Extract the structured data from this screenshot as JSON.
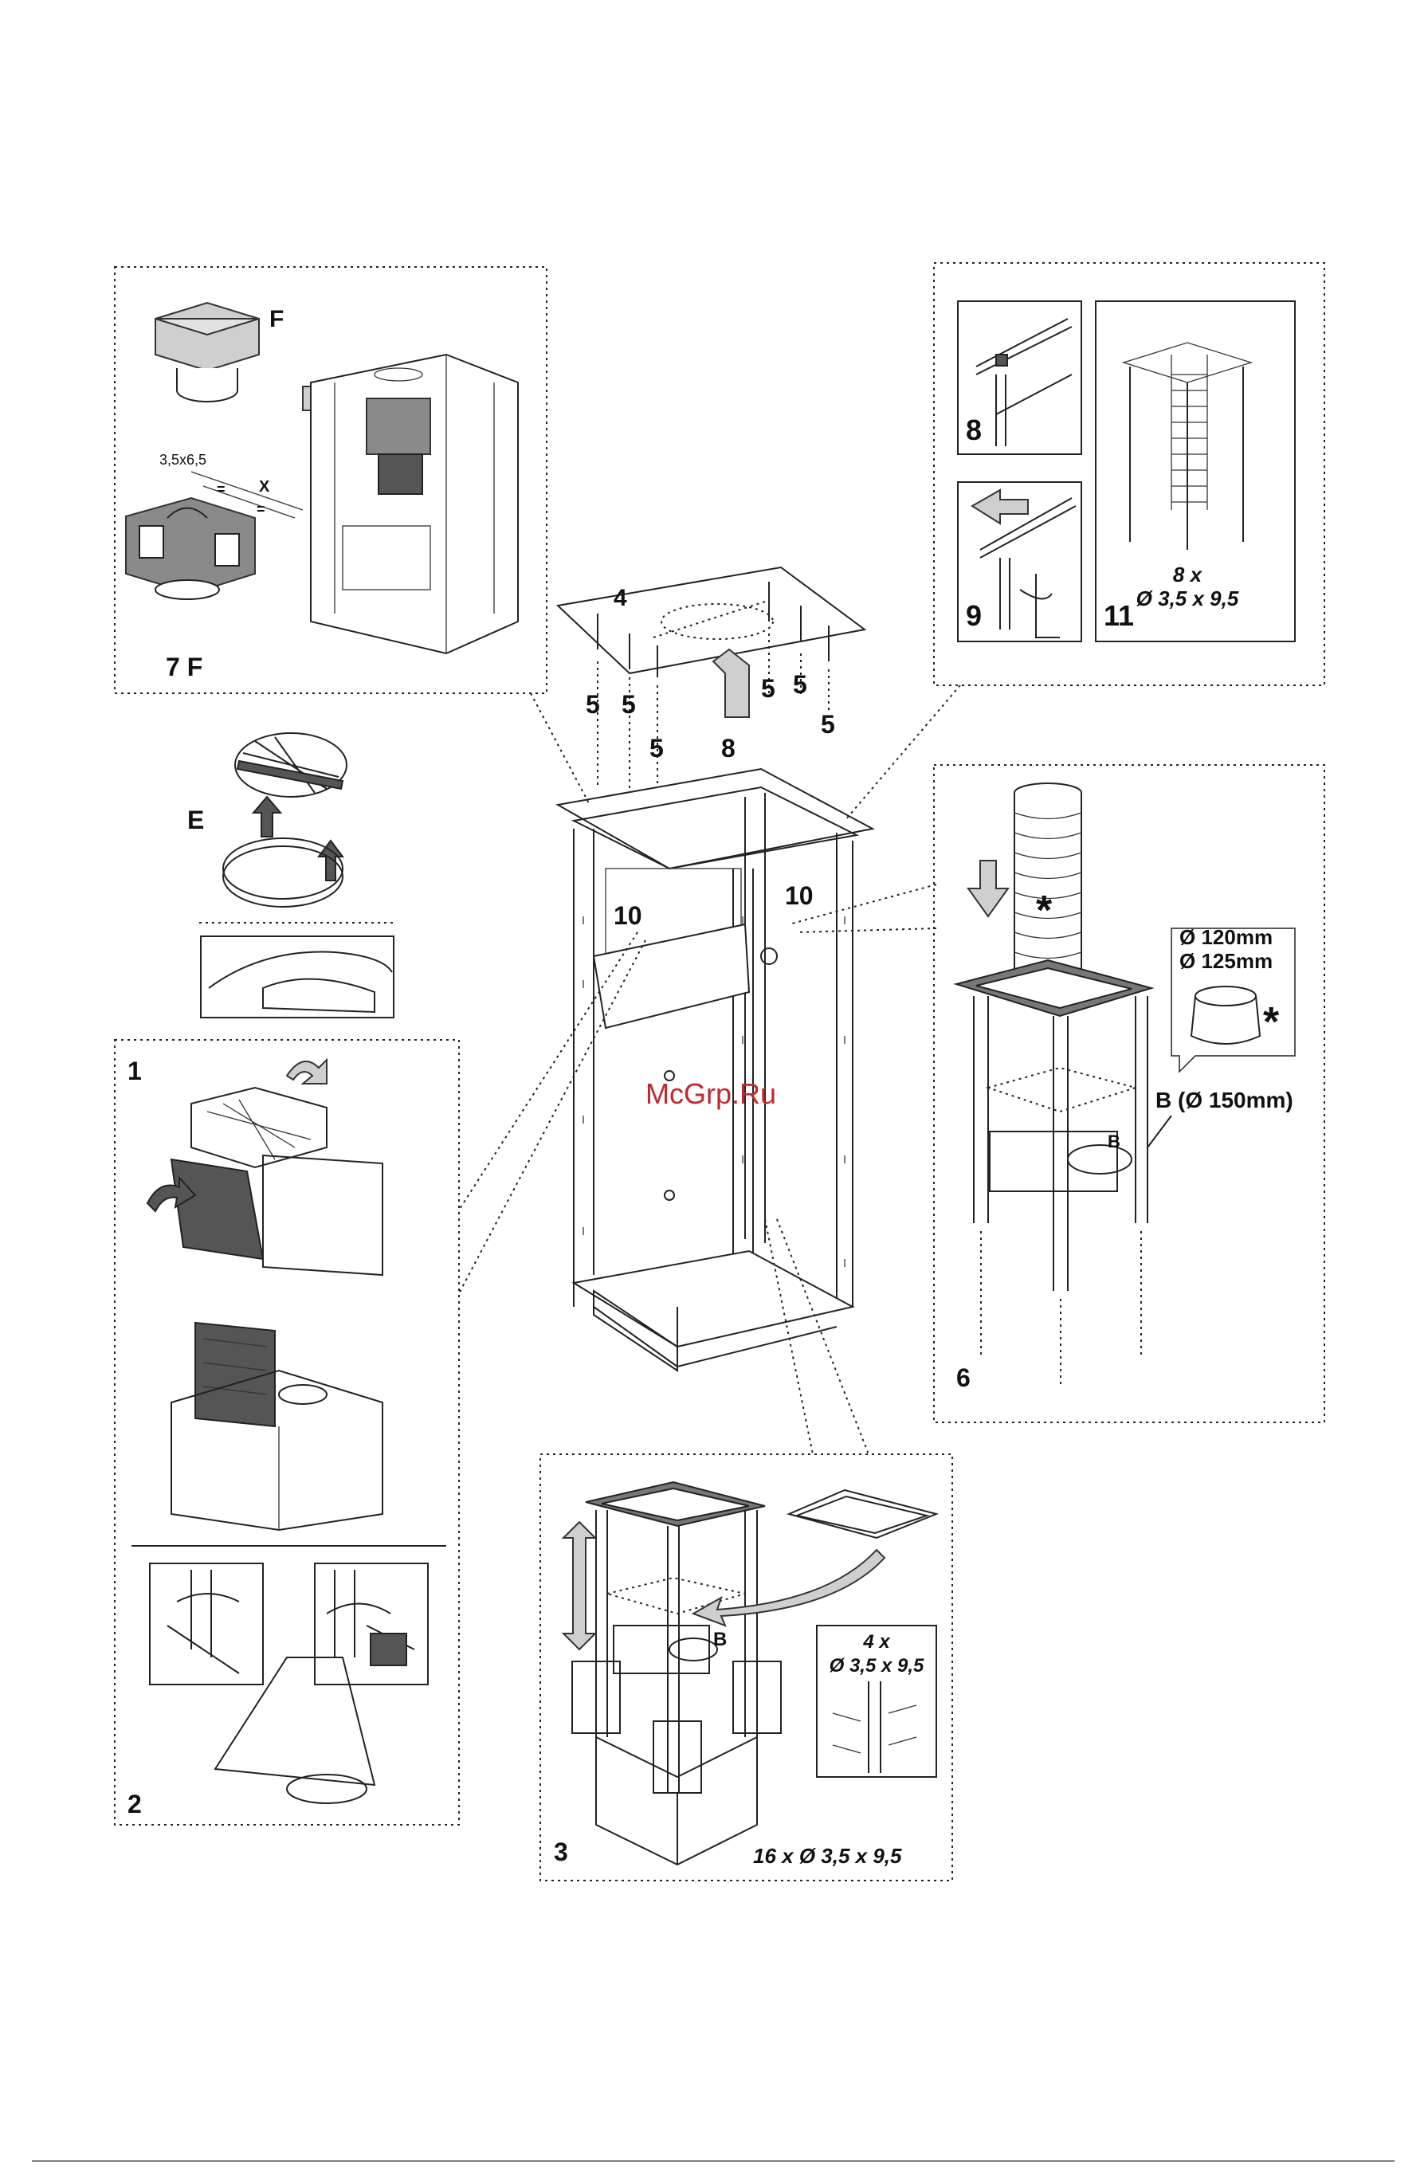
{
  "panels": {
    "p7f": {
      "label": "7  F",
      "sub_f": "F",
      "screw": "3,5x6,5",
      "dim_x": "X",
      "eq": "="
    },
    "pe": {
      "label": "E"
    },
    "p1": {
      "label": "1"
    },
    "p2": {
      "label": "2"
    },
    "p3": {
      "label": "3",
      "screws_total": "16 x Ø 3,5 x 9,5",
      "inset_count": "4 x",
      "inset_size": "Ø 3,5 x 9,5",
      "label_b": "B"
    },
    "p6": {
      "label": "6",
      "dia1": "Ø 120mm",
      "dia2": "Ø 125mm",
      "b_label": "B (Ø 150mm)",
      "b_inner": "B",
      "asterisk": "*"
    },
    "p8": {
      "label": "8"
    },
    "p9": {
      "label": "9"
    },
    "p11": {
      "label": "11",
      "count": "8 x",
      "size": "Ø 3,5 x 9,5"
    }
  },
  "main": {
    "label_4": "4",
    "label_8": "8",
    "label_5": "5",
    "label_10": "10"
  },
  "watermark": "McGrp.Ru"
}
